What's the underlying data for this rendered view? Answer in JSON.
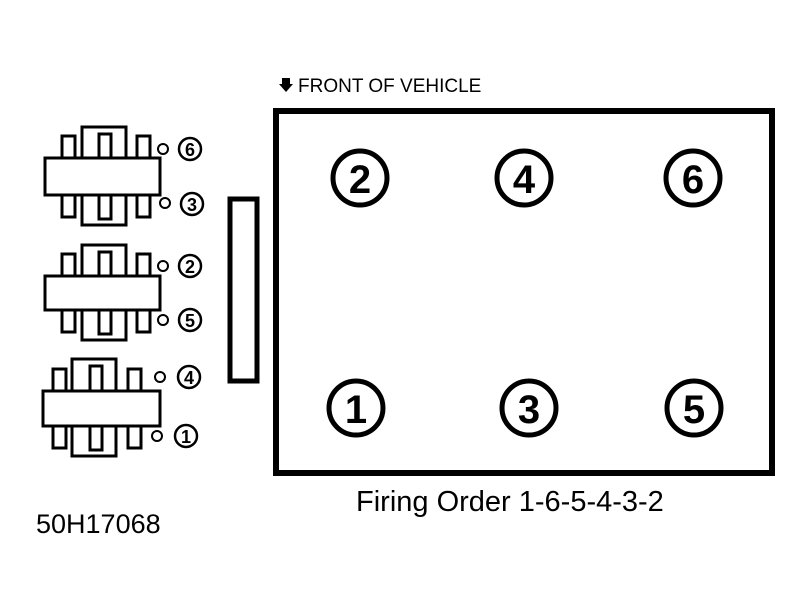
{
  "front_label": "FRONT OF VEHICLE",
  "firing_order": "Firing Order 1-6-5-4-3-2",
  "figure_code": "50H17068",
  "cylinders": {
    "top_row": [
      "2",
      "4",
      "6"
    ],
    "bottom_row": [
      "1",
      "3",
      "5"
    ]
  },
  "coil_terminals": [
    "6",
    "3",
    "2",
    "5",
    "4",
    "1"
  ],
  "colors": {
    "line": "#000000",
    "background": "#ffffff"
  }
}
